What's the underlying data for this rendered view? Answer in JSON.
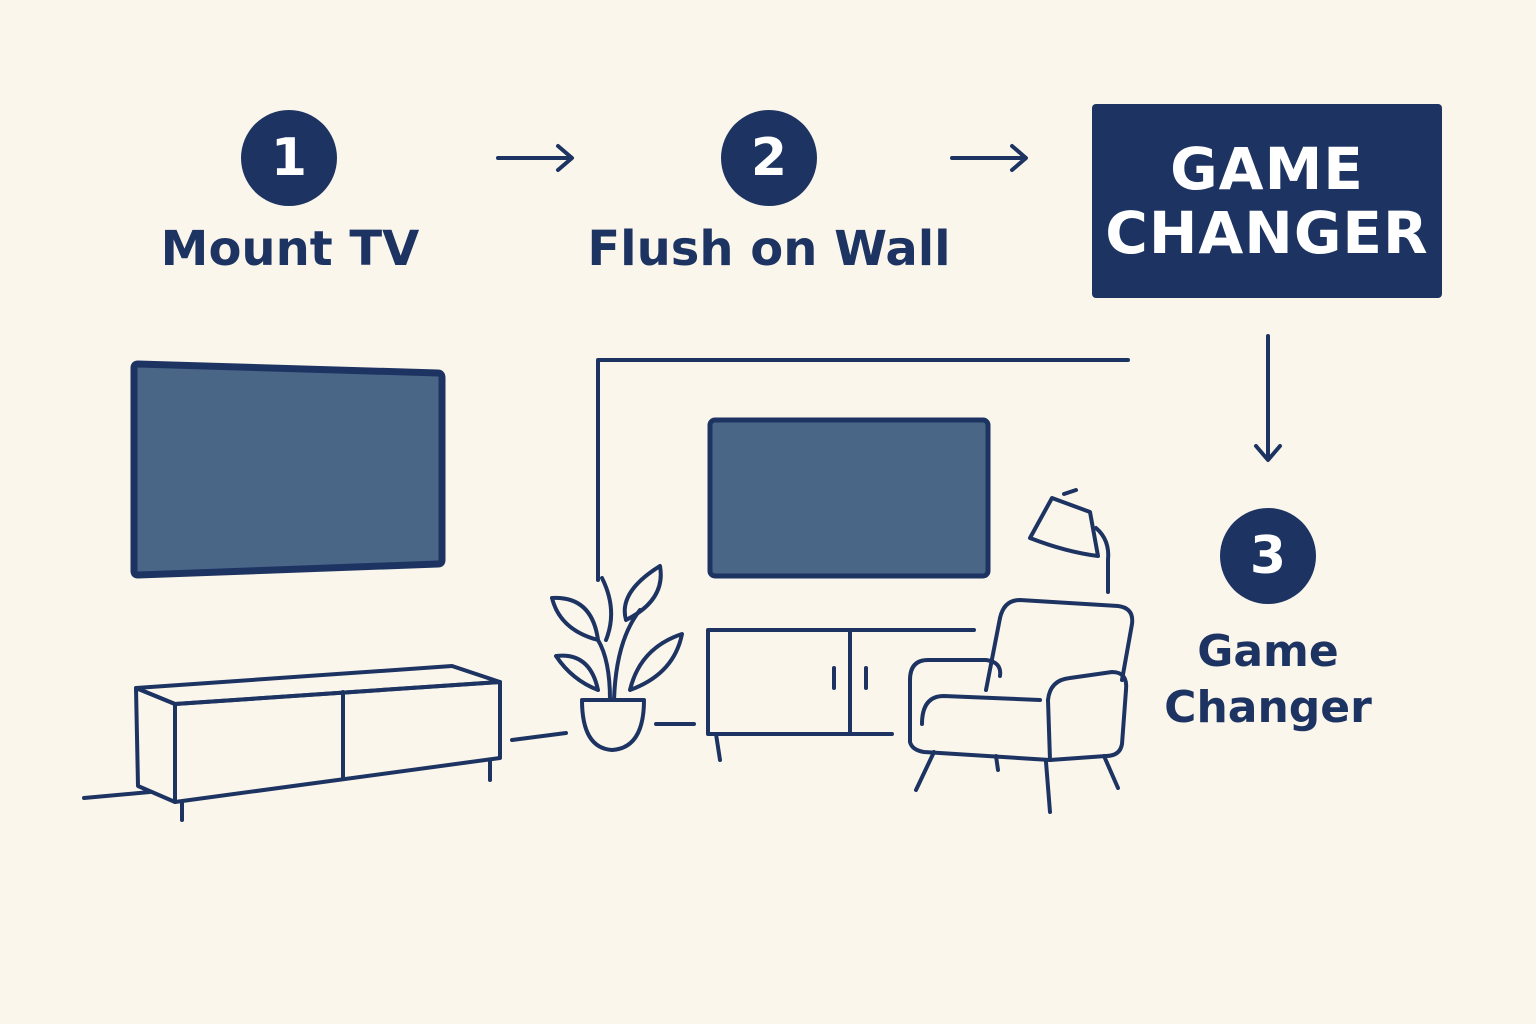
{
  "steps": [
    {
      "number": "1",
      "label": "Mount TV"
    },
    {
      "number": "2",
      "label": "Flush on Wall"
    },
    {
      "number": "3",
      "label_line1": "Game",
      "label_line2": "Changer"
    }
  ],
  "banner": {
    "line1": "GAME",
    "line2": "CHANGER"
  },
  "colors": {
    "background": "#fbf6ec",
    "navy": "#1d3462",
    "screen": "#4a6687"
  }
}
